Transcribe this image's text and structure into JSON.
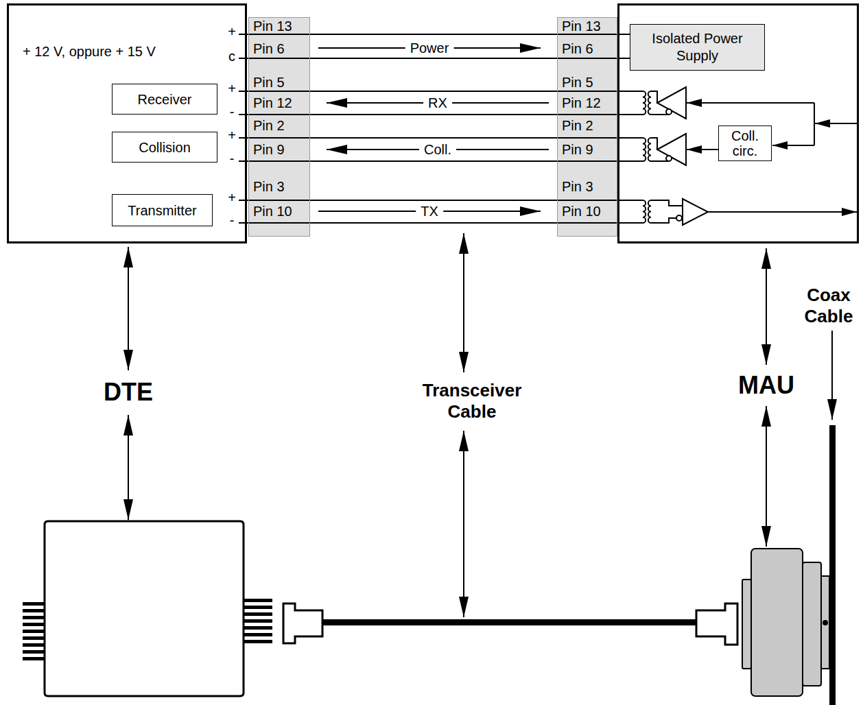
{
  "diagram": {
    "nodes": [
      {
        "text": [
          "+ 12 V, oppure + 15 V"
        ]
      },
      {
        "text": [
          "Receiver"
        ],
        "in": 0
      },
      {
        "text": [
          "Collision"
        ],
        "in": 0
      },
      {
        "text": [
          "Transmitter"
        ],
        "in": 0
      },
      {
        "text": [
          "Pin 13",
          "Pin 6",
          "Pin 5",
          "Pin 12",
          "Pin 2",
          "Pin 9",
          "Pin 3",
          "Pin 10"
        ]
      },
      {
        "text": [
          "Pin 13",
          "Pin 6",
          "Pin 5",
          "Pin 12",
          "Pin 2",
          "Pin 9",
          "Pin 3",
          "Pin 10"
        ]
      },
      {
        "text": [
          "Isolated Power Supply"
        ]
      },
      {
        "text": [
          "Coll. circ."
        ]
      }
    ],
    "edges": [
      {
        "from": 4,
        "to": 5,
        "label": "Power",
        "arrow": "to"
      },
      {
        "from": 5,
        "to": 4,
        "label": "RX",
        "arrow": "to"
      },
      {
        "from": 5,
        "to": 4,
        "label": "Coll.",
        "arrow": "to"
      },
      {
        "from": 4,
        "to": 5,
        "label": "TX",
        "arrow": "to"
      }
    ],
    "labels": [
      "+",
      "c",
      "+",
      "-",
      "+",
      "-",
      "+",
      "-",
      "DTE",
      "Transceiver Cable",
      "MAU",
      "Coax Cable"
    ]
  }
}
